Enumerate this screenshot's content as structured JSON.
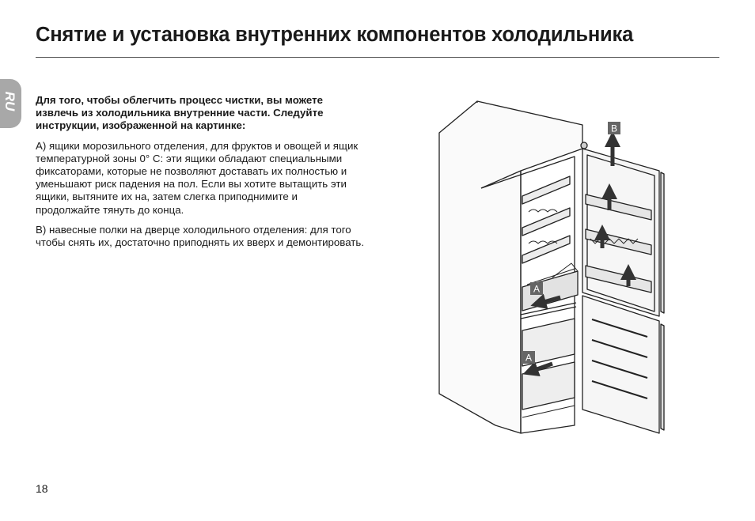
{
  "page": {
    "title": "Снятие и установка внутренних компонентов холодильника",
    "language_tab": "RU",
    "page_number": "18"
  },
  "instructions": {
    "intro": "Для того, чтобы облегчить процесс чистки, вы можете извлечь из холодильника внутренние части. Следуйте инструкции, изображенной на картинке:",
    "paragraph_a": "А) ящики морозильного отделения, для фруктов и овощей и ящик температурной зоны 0° С: эти ящики обладают специальными фиксаторами, которые не позволяют доставать их полностью и уменьшают риск падения на пол. Если вы хотите вытащить эти ящики, вытяните их на, затем слегка приподнимите и продолжайте тянуть до конца.",
    "paragraph_b": "В) навесные полки на дверце холодильного отделения: для того чтобы снять их, достаточно приподнять их вверх и демонтировать."
  },
  "figure": {
    "label_a_fridge": "A",
    "label_a_freezer": "A",
    "label_b": "B"
  }
}
